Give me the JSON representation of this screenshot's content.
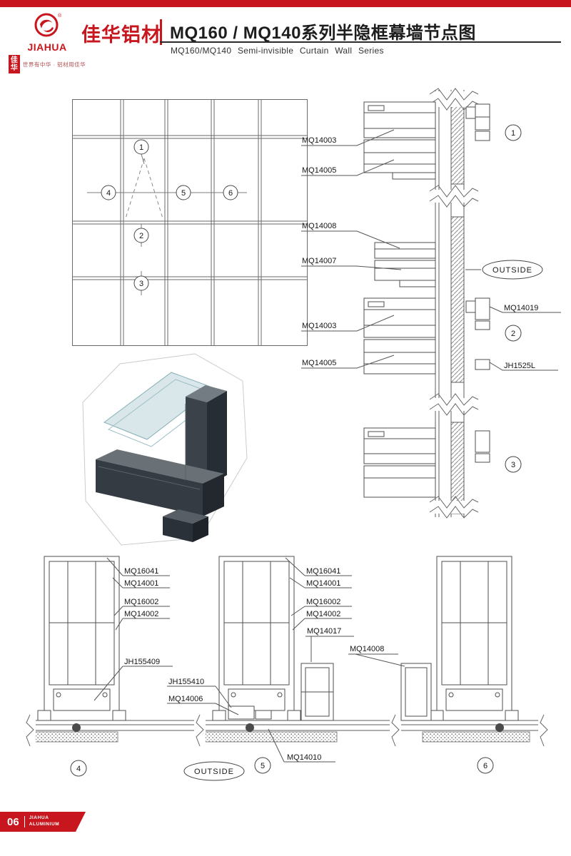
{
  "header": {
    "logo_name": "JIAHUA",
    "logo_reg": "®",
    "logo_seal": "佳华",
    "tagline": "世界有中华 · 铝材用佳华",
    "brand_cn": "佳华铝材",
    "title_cn": "MQ160 / MQ140系列半隐框幕墙节点图",
    "title_en": "MQ160/MQ140 Semi-invisible Curtain Wall Series"
  },
  "elevation": {
    "markers": [
      "1",
      "2",
      "3",
      "4",
      "5",
      "6"
    ]
  },
  "vertical": {
    "left_labels": [
      "MQ14003",
      "MQ14005",
      "MQ14008",
      "MQ14007",
      "MQ14003",
      "MQ14005"
    ],
    "right_labels": [
      "MQ14019",
      "JH1525L"
    ],
    "outside": "OUTSIDE",
    "markers": [
      "1",
      "2",
      "3"
    ]
  },
  "horizontal": {
    "stack1": [
      "MQ16041",
      "MQ14001",
      "MQ16002",
      "MQ14002"
    ],
    "stack2": [
      "MQ16041",
      "MQ14001",
      "MQ16002",
      "MQ14002"
    ],
    "jh155409": "JH155409",
    "jh155410": "JH155410",
    "mq14006": "MQ14006",
    "mq14017": "MQ14017",
    "mq14008": "MQ14008",
    "mq14010": "MQ14010",
    "outside": "OUTSIDE",
    "markers": [
      "4",
      "5",
      "6"
    ]
  },
  "footer": {
    "page": "06",
    "brand_top": "JIAHUA",
    "brand_bottom": "ALUMINIUM"
  },
  "colors": {
    "red": "#c8161e",
    "ink": "#1d1d1d"
  }
}
